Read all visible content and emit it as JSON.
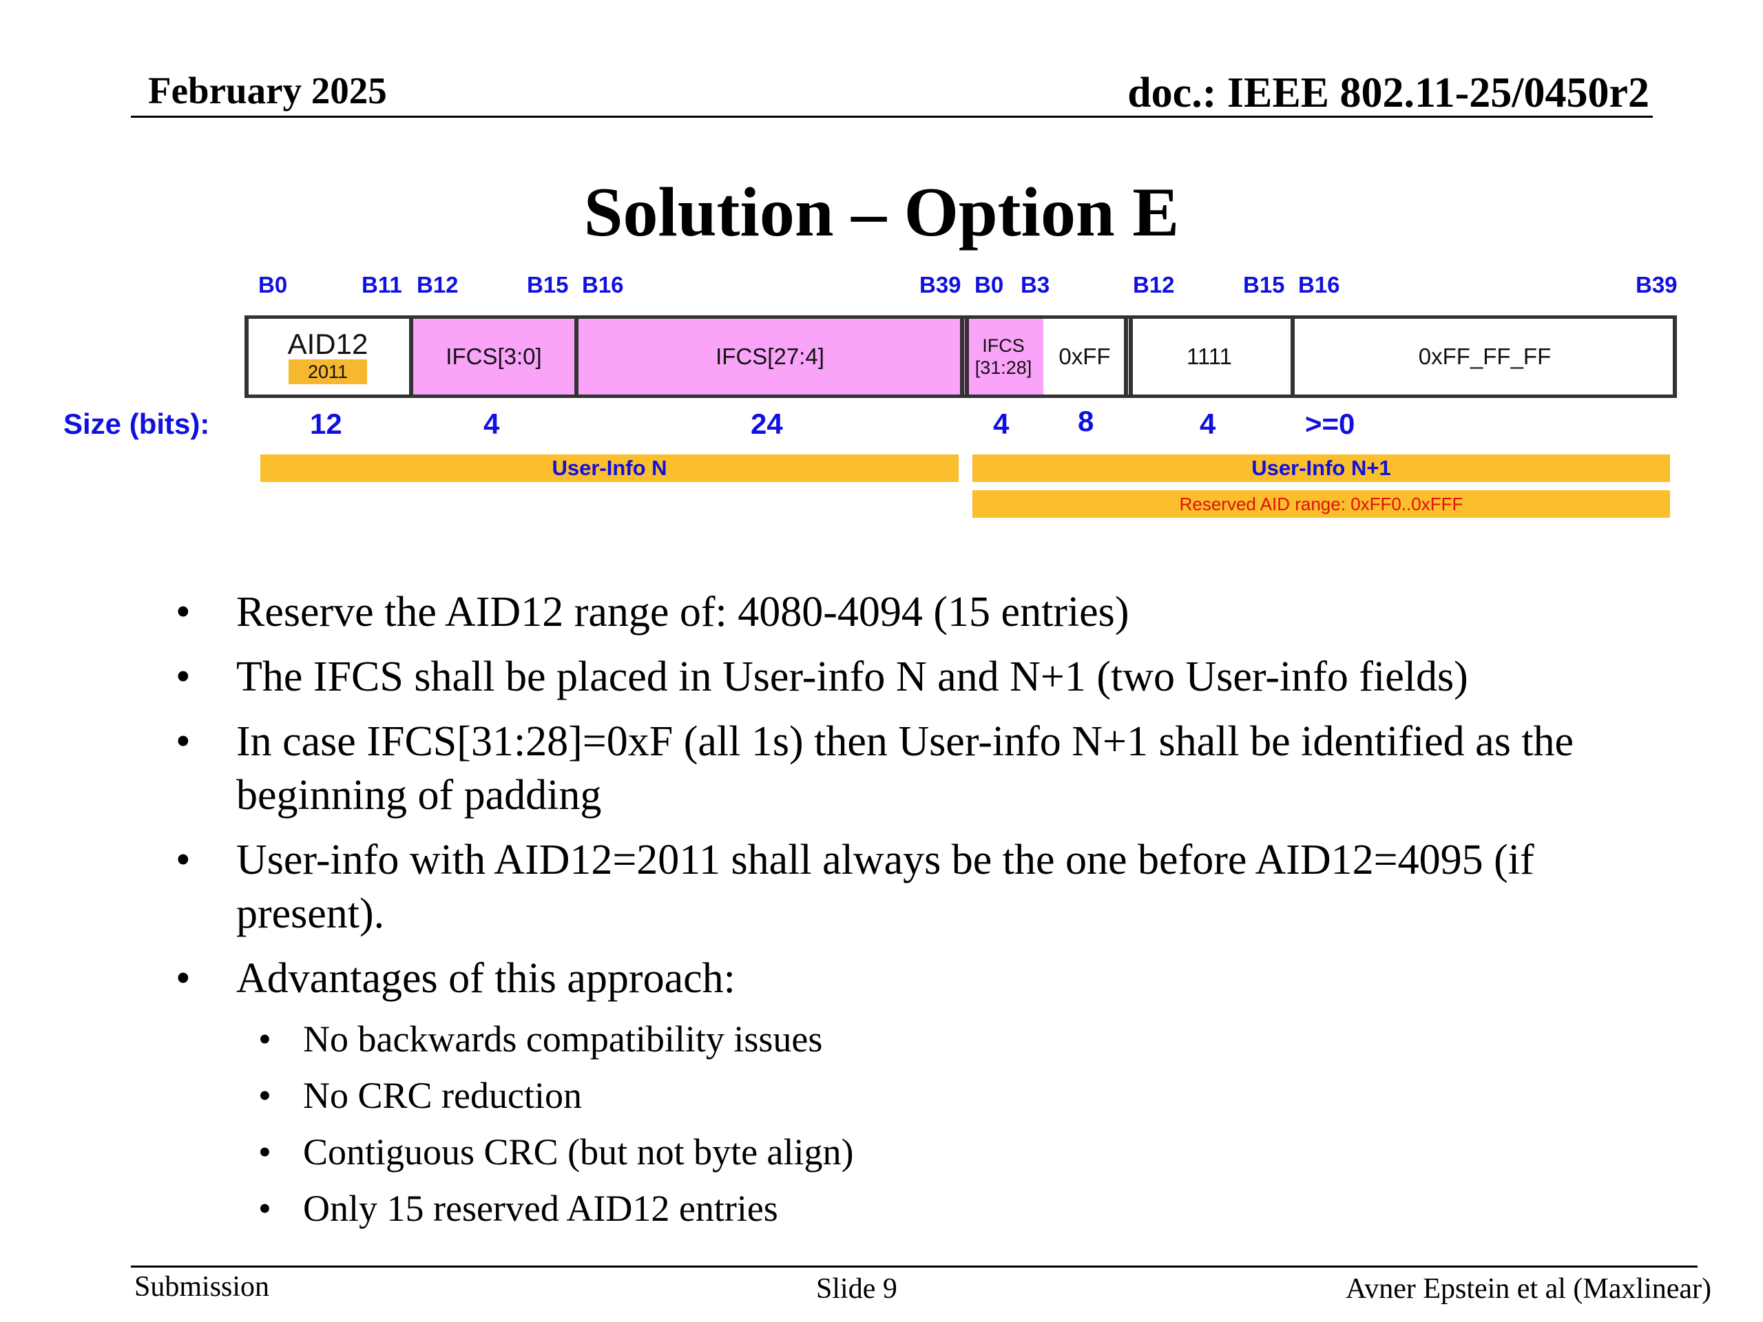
{
  "header": {
    "date": "February 2025",
    "doc_id": "doc.: IEEE 802.11-25/0450r2"
  },
  "slide": {
    "title": "Solution – Option E"
  },
  "diagram": {
    "bit_labels": [
      "B0",
      "B11",
      "B12",
      "B15",
      "B16",
      "B39",
      "B0",
      "B3",
      "B12",
      "B15",
      "B16",
      "B39"
    ],
    "fields": {
      "aid12": "AID12",
      "aid12_badge": "2011",
      "ifcs_3_0": "IFCS[3:0]",
      "ifcs_27_4": "IFCS[27:4]",
      "ifcs_31_28_line1": "IFCS",
      "ifcs_31_28_line2": "[31:28]",
      "ff": "0xFF",
      "ones": "1111",
      "ff_ff_ff": "0xFF_FF_FF"
    },
    "size_label": "Size (bits):",
    "sizes": [
      "12",
      "4",
      "24",
      "4",
      "8",
      "4",
      ">=0"
    ],
    "bars": {
      "user_info_n": "User-Info N",
      "user_info_n1": "User-Info N+1",
      "reserved": "Reserved AID range: 0xFF0..0xFFF"
    },
    "colors": {
      "ifcs_fill": "#f9a3f9",
      "bar_fill": "#fbbe2c",
      "badge_fill": "#f5b82e",
      "bit_label": "#1010e0",
      "reserved_text": "#e01010"
    }
  },
  "bullets": [
    {
      "level": 1,
      "text": "Reserve the AID12 range of: 4080-4094 (15 entries)"
    },
    {
      "level": 1,
      "text": "The IFCS shall be placed in User-info N and N+1 (two User-info fields)"
    },
    {
      "level": 1,
      "text": "In case IFCS[31:28]=0xF (all 1s) then User-info N+1 shall be identified as the beginning of padding"
    },
    {
      "level": 1,
      "text": "User-info with AID12=2011 shall always be the one before AID12=4095 (if present)."
    },
    {
      "level": 1,
      "text": "Advantages of this approach:"
    },
    {
      "level": 2,
      "text": "No backwards compatibility issues"
    },
    {
      "level": 2,
      "text": "No CRC reduction"
    },
    {
      "level": 2,
      "text": "Contiguous CRC (but not byte align)"
    },
    {
      "level": 2,
      "text": "Only 15 reserved AID12 entries"
    }
  ],
  "bullet_glyph": "•",
  "footer": {
    "left": "Submission",
    "center": "Slide 9",
    "right": "Avner Epstein et al (Maxlinear)"
  }
}
